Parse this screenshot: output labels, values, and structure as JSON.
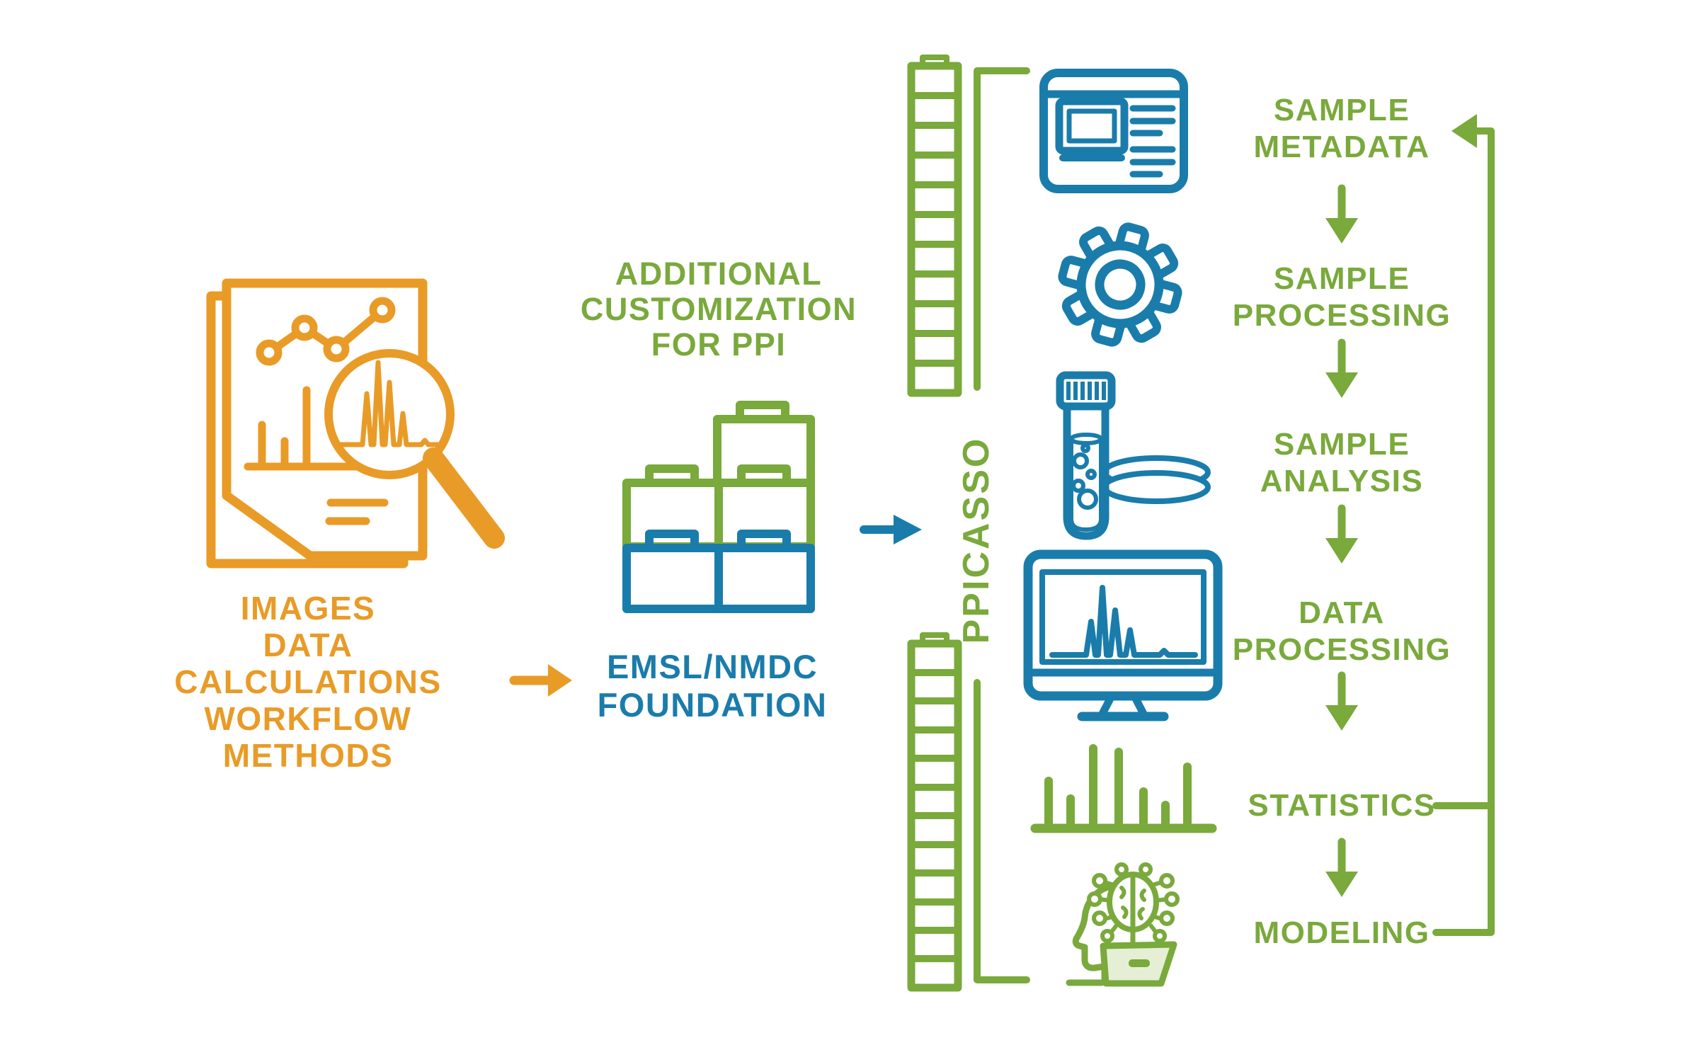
{
  "colors": {
    "orange": "#E99B27",
    "green": "#7AA93C",
    "blue": "#1A7CAB",
    "laptop": "#E5EFD5"
  },
  "left_stack": {
    "lines": [
      "IMAGES",
      "DATA",
      "CALCULATIONS",
      "WORKFLOW",
      "METHODS"
    ]
  },
  "customization": {
    "lines": [
      "ADDITIONAL",
      "CUSTOMIZATION",
      "FOR PPI"
    ]
  },
  "foundation": {
    "lines": [
      "EMSL/NMDC",
      "FOUNDATION"
    ]
  },
  "pipeline_name": "PPICASSO",
  "workflow": {
    "steps": [
      {
        "lines": [
          "SAMPLE",
          "METADATA"
        ]
      },
      {
        "lines": [
          "SAMPLE",
          "PROCESSING"
        ]
      },
      {
        "lines": [
          "SAMPLE",
          "ANALYSIS"
        ]
      },
      {
        "lines": [
          "DATA",
          "PROCESSING"
        ]
      },
      {
        "lines": [
          "STATISTICS"
        ]
      },
      {
        "lines": [
          "MODELING"
        ]
      }
    ]
  },
  "icons": {
    "left": "report-magnifier-icon",
    "middle": "lego-bricks-icon",
    "column": [
      "browser-window-icon",
      "gear-icon",
      "test-tube-icon",
      "monitor-chromatogram-icon",
      "bar-chart-icon",
      "ai-brain-icon"
    ]
  }
}
